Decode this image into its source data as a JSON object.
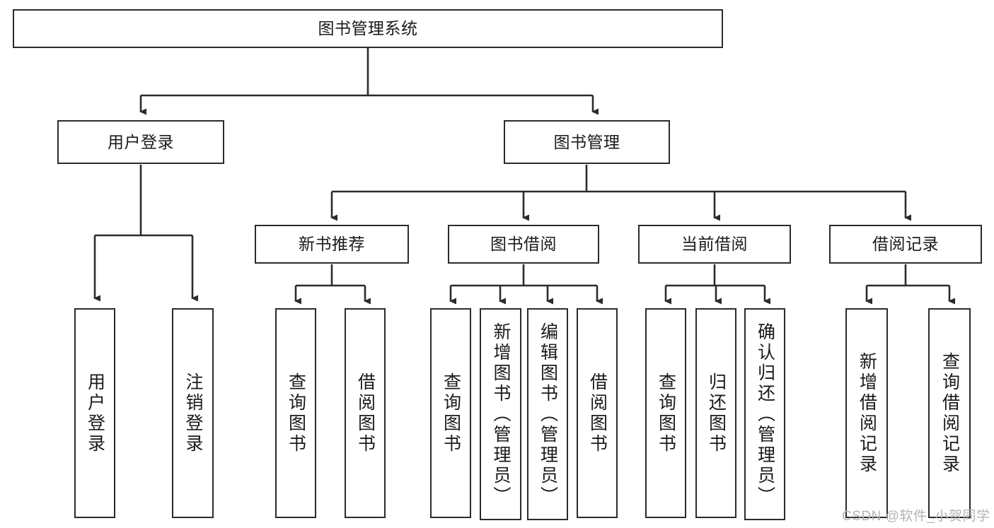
{
  "diagram": {
    "title": "图书管理系统",
    "type": "hierarchy-tree",
    "levels": 4,
    "colors": {
      "box_border": "#2b2b2b",
      "box_fill": "#ffffff",
      "connector": "#2b2b2b",
      "text": "#1a1a1a",
      "watermark": "#b4b4b4",
      "background": "#ffffff"
    },
    "root": {
      "label": "图书管理系统"
    },
    "level2": [
      {
        "label": "用户登录"
      },
      {
        "label": "图书管理"
      }
    ],
    "level3": [
      {
        "label": "新书推荐"
      },
      {
        "label": "图书借阅"
      },
      {
        "label": "当前借阅"
      },
      {
        "label": "借阅记录"
      }
    ],
    "leaves": {
      "user_login": [
        {
          "label": "用户登录"
        },
        {
          "label": "注销登录"
        }
      ],
      "new_book_recommend": [
        {
          "label": "查询图书"
        },
        {
          "label": "借阅图书"
        }
      ],
      "book_borrow": [
        {
          "label": "查询图书"
        },
        {
          "label": "新增图书（管理员）"
        },
        {
          "label": "编辑图书（管理员）"
        },
        {
          "label": "借阅图书"
        }
      ],
      "current_borrow": [
        {
          "label": "查询图书"
        },
        {
          "label": "归还图书"
        },
        {
          "label": "确认归还（管理员）"
        }
      ],
      "borrow_record": [
        {
          "label": "新增借阅记录"
        },
        {
          "label": "查询借阅记录"
        }
      ]
    },
    "watermark": "CSDN @软件_小贺同学"
  }
}
